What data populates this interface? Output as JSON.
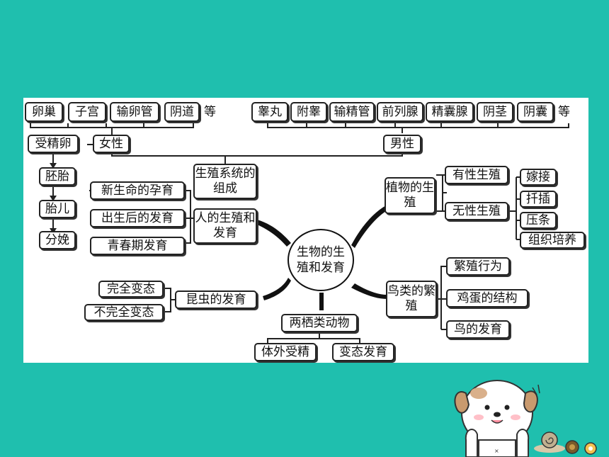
{
  "center": "生物的生殖和发育",
  "female": {
    "label": "女性",
    "organs": [
      "卵巢",
      "子宫",
      "输卵管",
      "阴道"
    ],
    "organs_suffix": "等"
  },
  "male": {
    "label": "男性",
    "organs": [
      "睾丸",
      "附睾",
      "输精管",
      "前列腺",
      "精囊腺",
      "阴茎",
      "阴囊"
    ],
    "organs_suffix": "等"
  },
  "human": {
    "label": "人的生殖和发育",
    "reproductive_system": "生殖系统的组成",
    "children": [
      "新生命的孕育",
      "出生后的发育",
      "青春期发育"
    ],
    "sequence": [
      "受精卵",
      "胚胎",
      "胎儿",
      "分娩"
    ]
  },
  "plant": {
    "label": "植物的生殖",
    "sexual": "有性生殖",
    "asexual": "无性生殖",
    "asexual_methods": [
      "嫁接",
      "扦插",
      "压条",
      "组织培养"
    ]
  },
  "insect": {
    "label": "昆虫的发育",
    "children": [
      "完全变态",
      "不完全变态"
    ]
  },
  "amphibian": {
    "label": "两栖类动物",
    "children": [
      "体外受精",
      "变态发育"
    ]
  },
  "bird": {
    "label": "鸟类的繁殖",
    "children": [
      "繁殖行为",
      "鸡蛋的结构",
      "鸟的发育"
    ]
  },
  "colors": {
    "background": "#1fbfae",
    "panel": "#ffffff",
    "line": "#222222"
  }
}
